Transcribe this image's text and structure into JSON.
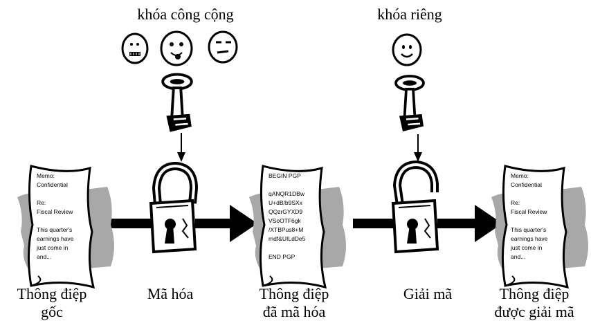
{
  "labels": {
    "public_key": "khóa công cộng",
    "private_key": "khóa riêng",
    "original_l1": "Thông điệp",
    "original_l2": "gốc",
    "encrypt": "Mã hóa",
    "encrypted_l1": "Thông điệp",
    "encrypted_l2": "đã mã hóa",
    "decrypt": "Giải mã",
    "decrypted_l1": "Thông điệp",
    "decrypted_l2": "được giải mã"
  },
  "plain_doc": {
    "lines": [
      "Memo:",
      "Confidential",
      "",
      "Re:",
      "Fiscal Review",
      "",
      "This quarter's",
      "earnings have",
      "just come in",
      "and..."
    ]
  },
  "cipher_doc": {
    "lines": [
      "BEGIN PGP",
      "",
      "qANQR1DBw",
      "U+dB/b9SXx",
      "QQzrGYXD9",
      "VSoOTF6gk",
      "/XTBPus8+M",
      "mdf&UILdDe5",
      "",
      "END PGP"
    ]
  },
  "icons": [
    "face-frown-icon",
    "face-tongue-icon",
    "face-neutral-icon",
    "face-smile-icon",
    "key-icon",
    "padlock-closed-icon",
    "padlock-open-icon",
    "document-icon",
    "arrow-right-icon",
    "arrow-down-icon"
  ]
}
